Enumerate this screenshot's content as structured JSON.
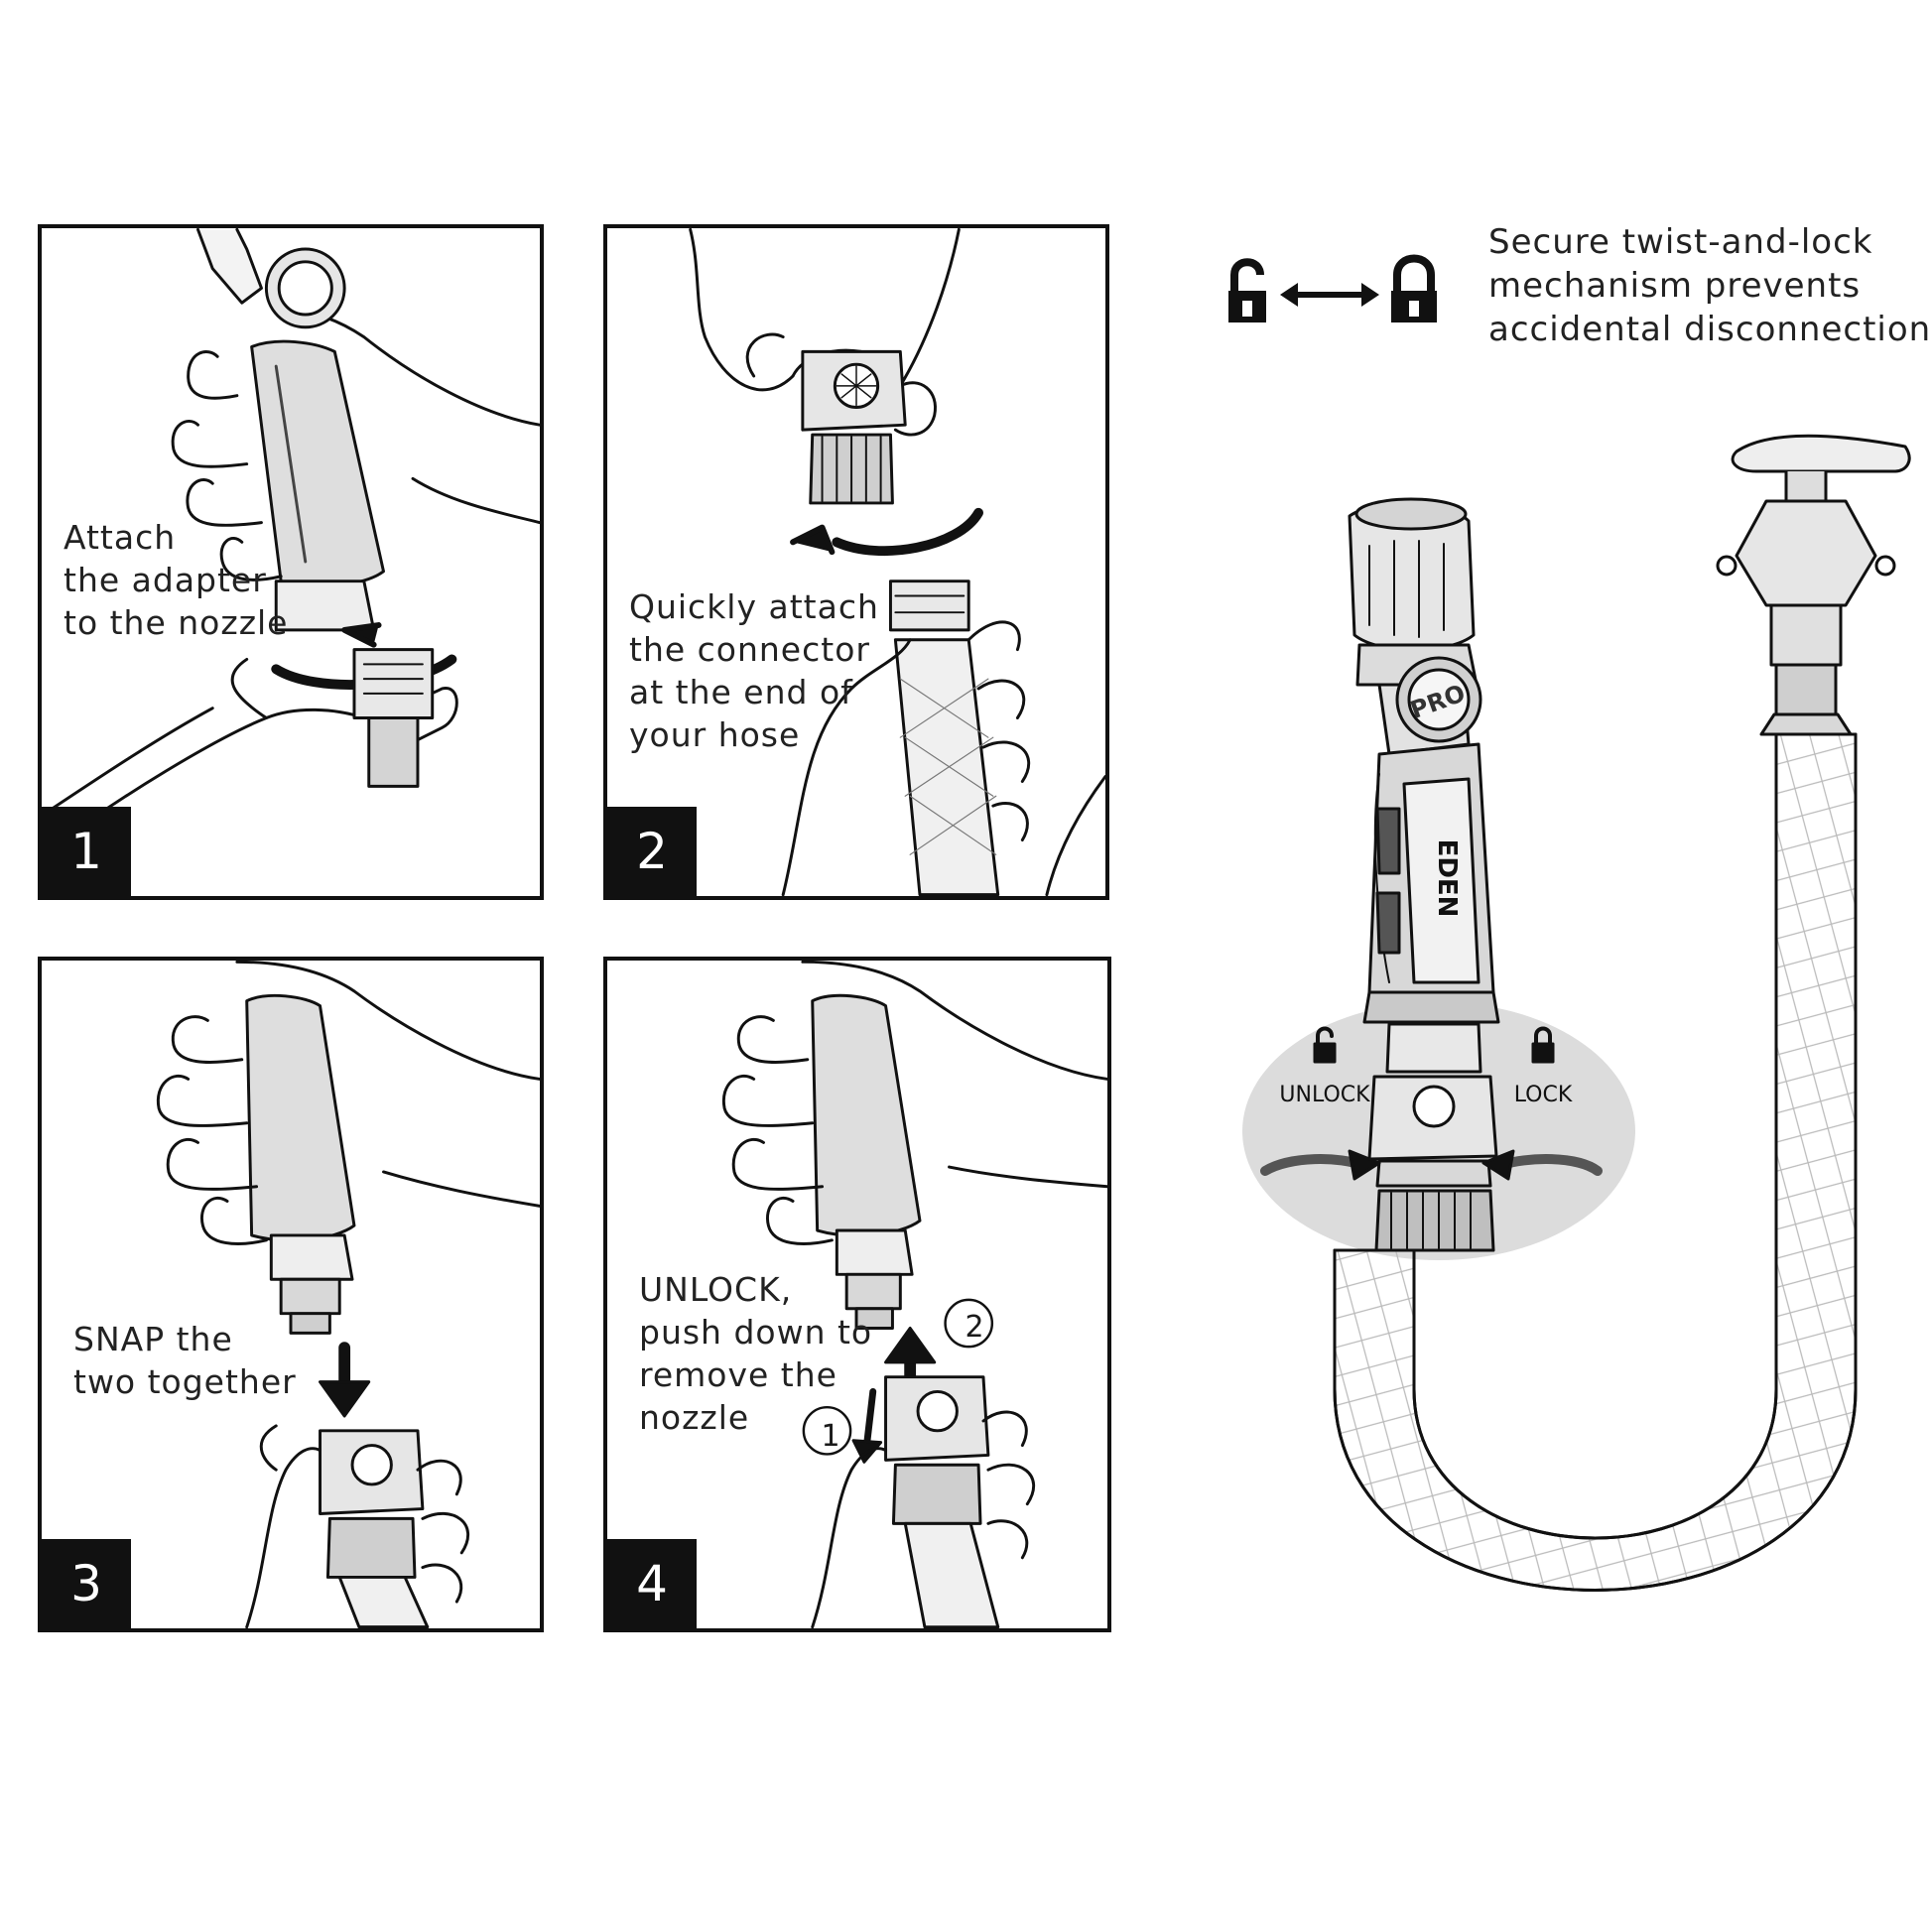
{
  "steps": [
    {
      "number": "1",
      "lines": [
        "Attach",
        "the adapter",
        "to the nozzle"
      ]
    },
    {
      "number": "2",
      "lines": [
        "Quickly attach",
        "the connector",
        "at the end of",
        "your hose"
      ]
    },
    {
      "number": "3",
      "lines": [
        "SNAP the",
        "two together"
      ]
    },
    {
      "number": "4",
      "lines": [
        "UNLOCK,",
        "push down to",
        "remove the",
        "nozzle"
      ]
    }
  ],
  "step4_markers": [
    "1",
    "2"
  ],
  "right": {
    "caption_lines": [
      "Secure twist-and-lock",
      "mechanism prevents",
      "accidental disconnection"
    ],
    "unlock_label": "UNLOCK",
    "lock_label": "LOCK",
    "brand": "EDEN",
    "badge": "PRO"
  },
  "icons": [
    "unlocked-padlock-icon",
    "double-arrow-icon",
    "locked-padlock-icon"
  ]
}
